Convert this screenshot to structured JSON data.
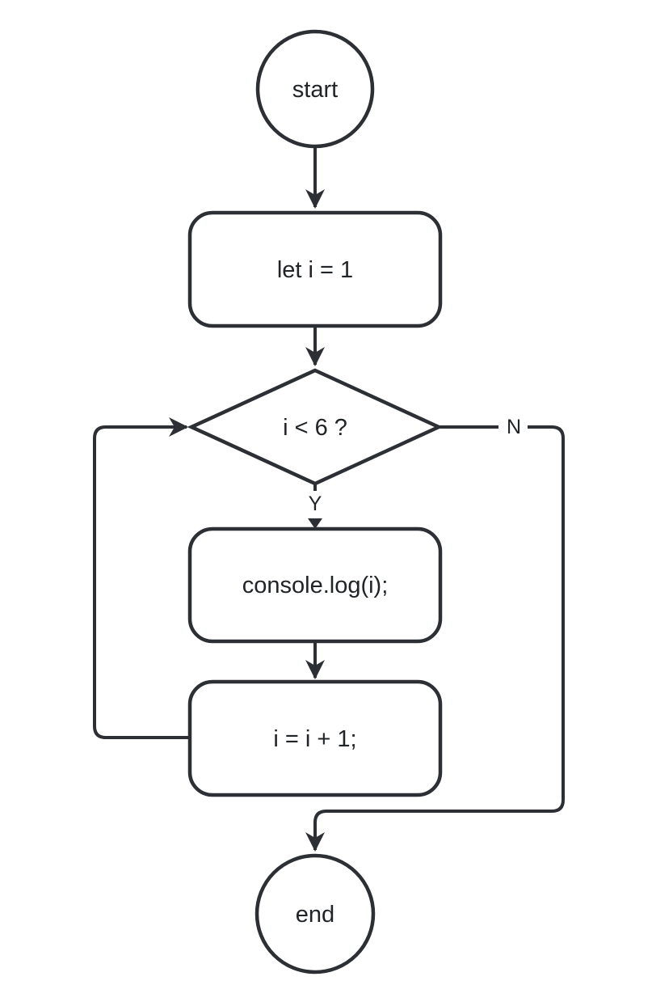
{
  "diagram": {
    "type": "flowchart",
    "direction": "top-down",
    "colors": {
      "stroke": "#2c2f33",
      "text": "#212427",
      "node_fill": "#ffffff",
      "background": "#ffffff"
    },
    "nodes": [
      {
        "id": "start",
        "shape": "circle",
        "label": "start"
      },
      {
        "id": "init",
        "shape": "rounded-rectangle",
        "label": "let i = 1"
      },
      {
        "id": "condition",
        "shape": "diamond",
        "label": "i < 6 ?"
      },
      {
        "id": "log",
        "shape": "rounded-rectangle",
        "label": "console.log(i);"
      },
      {
        "id": "increment",
        "shape": "rounded-rectangle",
        "label": "i = i + 1;"
      },
      {
        "id": "end",
        "shape": "circle",
        "label": "end"
      }
    ],
    "edges": [
      {
        "from": "start",
        "to": "init",
        "label": ""
      },
      {
        "from": "init",
        "to": "condition",
        "label": ""
      },
      {
        "from": "condition",
        "to": "log",
        "label": "Y"
      },
      {
        "from": "log",
        "to": "increment",
        "label": ""
      },
      {
        "from": "increment",
        "to": "condition",
        "label": ""
      },
      {
        "from": "condition",
        "to": "end",
        "label": "N"
      }
    ]
  }
}
